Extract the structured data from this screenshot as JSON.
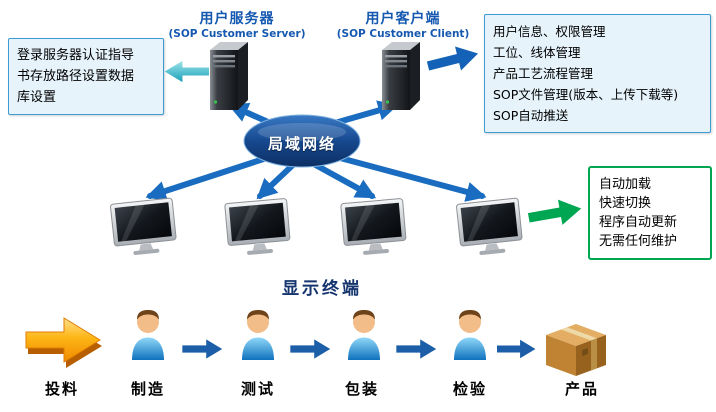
{
  "server": {
    "title": "用户服务器",
    "subtitle": "(SOP Customer Server)"
  },
  "client": {
    "title": "用户客户端",
    "subtitle": "(SOP Customer Client)"
  },
  "left_note": {
    "lines": [
      "登录服务器认证指导",
      "书存放路径设置数据",
      "库设置"
    ]
  },
  "admin_note": {
    "lines": [
      "用户信息、权限管理",
      "工位、线体管理",
      "产品工艺流程管理",
      "SOP文件管理(版本、上传下载等)",
      "SOP自动推送"
    ]
  },
  "network": {
    "label": "局域网络"
  },
  "terminals_label": "显示终端",
  "terminal_note": {
    "lines": [
      "自动加载",
      "快速切换",
      "程序自动更新",
      "无需任何维护"
    ]
  },
  "process_steps": [
    "投料",
    "制造",
    "测试",
    "包装",
    "检验",
    "产品"
  ],
  "icons": {
    "server": "server-tower-icon",
    "client": "server-tower-icon",
    "terminal": "monitor-icon",
    "worker": "person-icon",
    "product": "carton-box-icon",
    "feed": "gold-arrow-icon"
  },
  "colors": {
    "accent_blue": "#1558b0",
    "line_blue": "#1a6cc0",
    "note_border": "#3d9bd4",
    "note_fill": "#e6f3fb",
    "green": "#00a651",
    "teal": "#17a0b8",
    "gold": "#fdb515",
    "navy_label": "#16356e",
    "flow_arrow": "#1c5fa8"
  }
}
